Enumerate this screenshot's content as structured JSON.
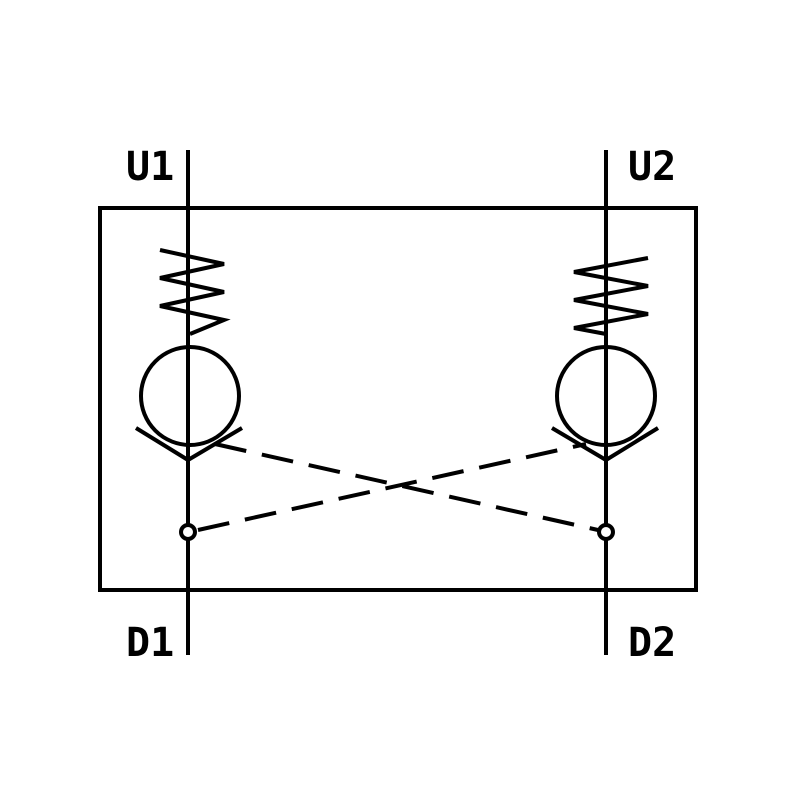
{
  "diagram": {
    "type": "hydraulic-symbol",
    "description_visible": false,
    "ports": {
      "u1": "U1",
      "u2": "U2",
      "d1": "D1",
      "d2": "D2"
    },
    "colors": {
      "stroke": "#000000",
      "background": "#ffffff"
    },
    "icons": [
      "spring-icon",
      "check-ball-icon",
      "valve-seat-icon",
      "pilot-line",
      "pilot-port-icon"
    ]
  }
}
